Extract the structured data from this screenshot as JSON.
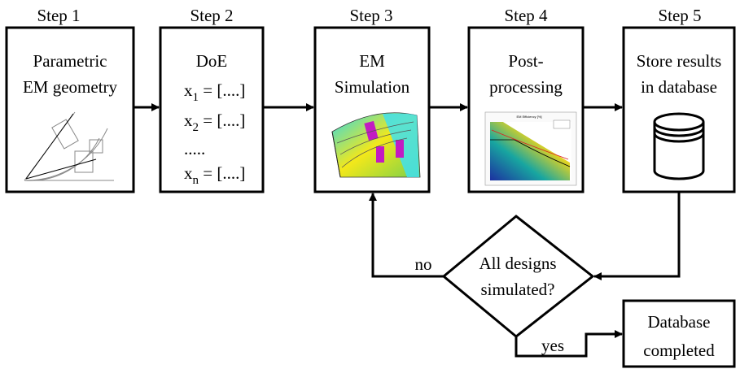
{
  "steps": [
    {
      "label": "Step 1"
    },
    {
      "label": "Step 2"
    },
    {
      "label": "Step 3"
    },
    {
      "label": "Step 4"
    },
    {
      "label": "Step 5"
    }
  ],
  "boxes": {
    "geometry": {
      "line1": "Parametric",
      "line2": "EM geometry"
    },
    "doe": {
      "title": "DoE",
      "x1_base": "x",
      "x1_sub": "1",
      "x1_val": " = [....]",
      "x2_base": "x",
      "x2_sub": "2",
      "x2_val": " = [....]",
      "dots": ".....",
      "xn_base": "x",
      "xn_sub": "n",
      "xn_val": " = [....]"
    },
    "simulation": {
      "line1": "EM",
      "line2": "Simulation"
    },
    "post": {
      "line1": "Post-",
      "line2": "processing"
    },
    "store": {
      "line1": "Store results",
      "line2": "in database"
    }
  },
  "decision": {
    "line1": "All designs",
    "line2": "simulated?",
    "no_label": "no",
    "yes_label": "yes"
  },
  "final": {
    "line1": "Database",
    "line2": "completed"
  },
  "chart_inset": {
    "title": "EM Efficiency [%]"
  }
}
